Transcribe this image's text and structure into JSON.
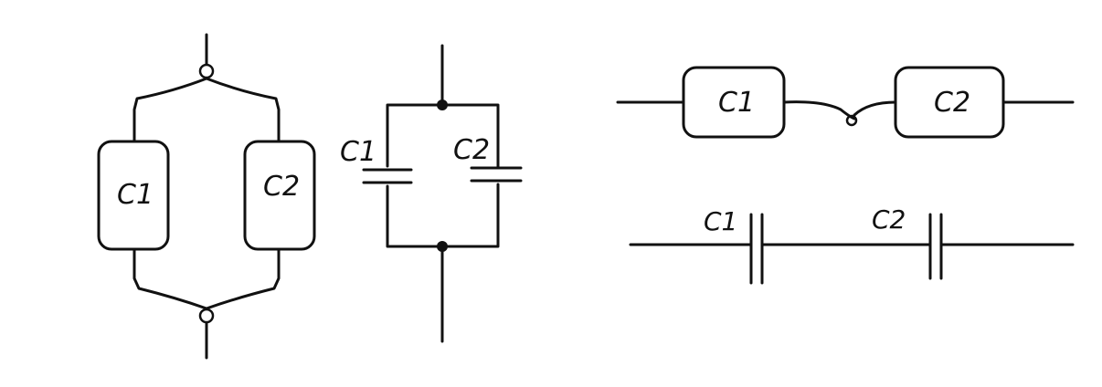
{
  "figure": {
    "parallel_blocks": {
      "top_label": "C1",
      "bottom_label": "C2"
    },
    "parallel_capacitors": {
      "left_label": "C1",
      "right_label": "C2"
    },
    "series_blocks": {
      "left_label": "C1",
      "right_label": "C2"
    },
    "series_capacitors": {
      "left_label": "C1",
      "right_label": "C2"
    }
  }
}
